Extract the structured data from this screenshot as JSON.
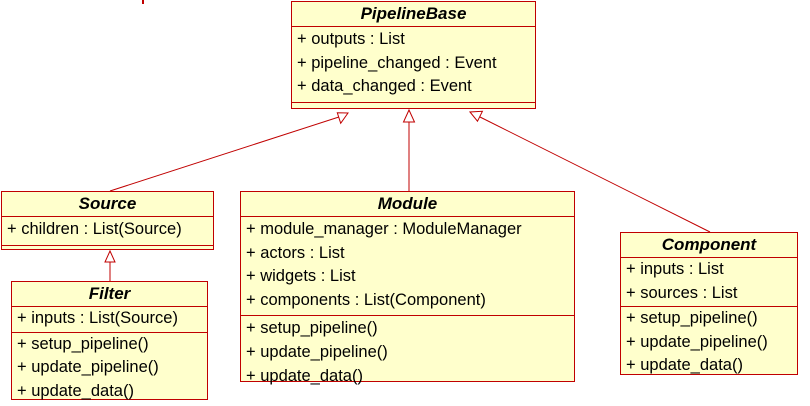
{
  "colors": {
    "border": "#c00000",
    "fill": "#ffffcc"
  },
  "classes": {
    "pipeline_base": {
      "name": "PipelineBase",
      "attributes": [
        "+ outputs : List",
        "+ pipeline_changed : Event",
        "+ data_changed : Event"
      ],
      "operations": []
    },
    "source": {
      "name": "Source",
      "attributes": [
        "+ children : List(Source)"
      ],
      "operations": []
    },
    "module": {
      "name": "Module",
      "attributes": [
        "+ module_manager : ModuleManager",
        "+ actors : List",
        "+ widgets : List",
        "+ components : List(Component)"
      ],
      "operations": [
        "+ setup_pipeline()",
        "+ update_pipeline()",
        "+ update_data()"
      ]
    },
    "component": {
      "name": "Component",
      "attributes": [
        "+ inputs : List",
        "+ sources : List"
      ],
      "operations": [
        "+ setup_pipeline()",
        "+ update_pipeline()",
        "+ update_data()"
      ]
    },
    "filter": {
      "name": "Filter",
      "attributes": [
        "+ inputs : List(Source)"
      ],
      "operations": [
        "+ setup_pipeline()",
        "+ update_pipeline()",
        "+ update_data()"
      ]
    }
  }
}
